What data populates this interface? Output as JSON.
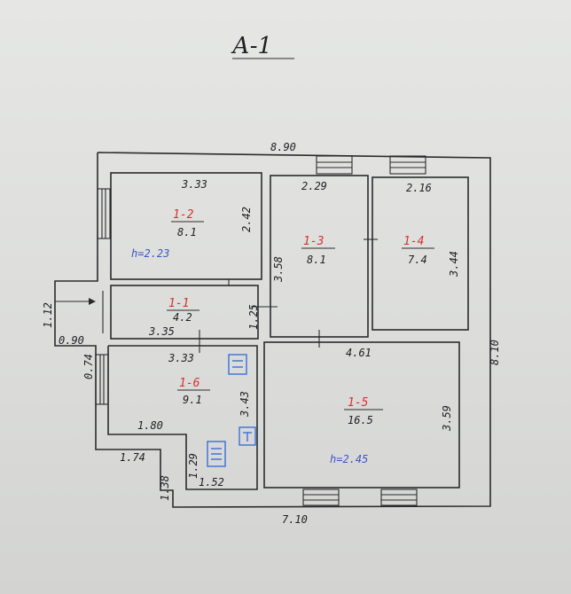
{
  "title": "А-1",
  "outer_dims": {
    "top": "8.90",
    "right": "8.10",
    "bottom": "7.10",
    "left_recess": "1.12",
    "left_recess_depth": "0.90",
    "left_lower": "0.74",
    "bottom_step_horizontal": "1.74",
    "bottom_step_vertical": "1.38"
  },
  "rooms": [
    {
      "id": "r2",
      "number": "1-2",
      "area": "8.1",
      "width": "3.33",
      "depth": "2.42",
      "height": "h=2.23"
    },
    {
      "id": "r3",
      "number": "1-3",
      "area": "8.1",
      "width": "2.29",
      "depth": "3.58"
    },
    {
      "id": "r4",
      "number": "1-4",
      "area": "7.4",
      "width": "2.16",
      "depth": "3.44"
    },
    {
      "id": "r1",
      "number": "1-1",
      "area": "4.2",
      "width": "3.35",
      "depth": "1.25"
    },
    {
      "id": "r6",
      "number": "1-6",
      "area": "9.1",
      "width": "3.33",
      "depth": "3.43",
      "width_lower": "1.80",
      "niche_depth": "1.29",
      "niche_width": "1.52"
    },
    {
      "id": "r5",
      "number": "1-5",
      "area": "16.5",
      "width": "4.61",
      "depth": "3.59",
      "height": "h=2.45"
    }
  ]
}
